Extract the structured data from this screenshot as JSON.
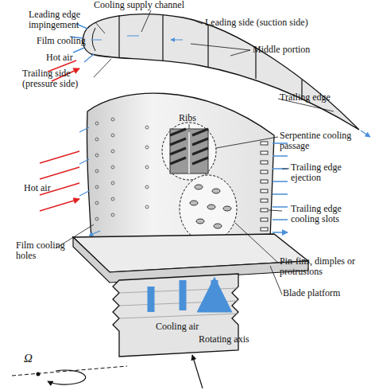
{
  "diagram": {
    "labels": [
      "Cooling supply channel",
      "Leading edge impingement",
      "Leading side (suction side)",
      "Film cooling",
      "Middle portion",
      "Hot air",
      "Trailing side (pressure side)",
      "Trailing edge",
      "Ribs",
      "Serpentine cooling passage",
      "Hot air",
      "Trailing edge ejection",
      "Trailing edge cooling slots",
      "Film cooling holes",
      "Pin-fins, dimples or protrusions",
      "Blade platform",
      "Cooling air",
      "Rotating axis",
      "Ω"
    ]
  }
}
